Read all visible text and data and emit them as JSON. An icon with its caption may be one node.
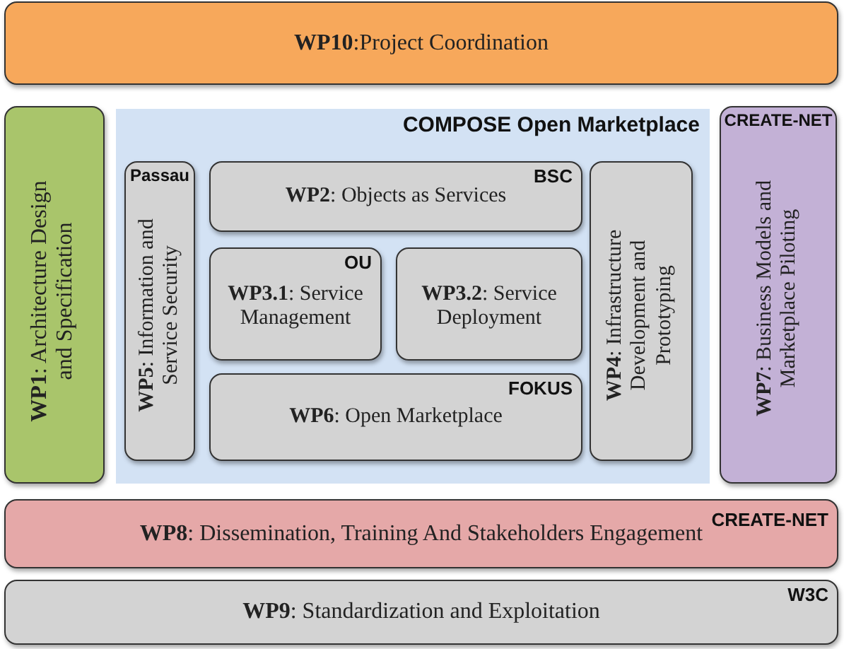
{
  "diagram": {
    "nodes": [
      {
        "text": [
          "**WP10**:Project Coordination"
        ]
      },
      {
        "text": [
          "**WP1**: Architecture Design and Specification"
        ]
      },
      {
        "text": [
          "COMPOSE Open Marketplace"
        ]
      },
      {
        "text": [
          "Passau",
          "**WP5**: Information and Service Security"
        ],
        "in": 2
      },
      {
        "text": [
          "BSC",
          "**WP2**: Objects as Services"
        ],
        "in": 2
      },
      {
        "text": [
          "OU",
          "**WP3.1**: Service Management"
        ],
        "in": 2
      },
      {
        "text": [
          "**WP3.2**: Service Deployment"
        ],
        "in": 2
      },
      {
        "text": [
          "FOKUS",
          "**WP6**: Open Marketplace"
        ],
        "in": 2
      },
      {
        "text": [
          "**WP4**: Infrastructure Development and Prototyping"
        ],
        "in": 2
      },
      {
        "text": [
          "CREATE-NET",
          "**WP7**: Business Models and Marketplace Piloting"
        ]
      },
      {
        "text": [
          "CREATE-NET",
          "**WP8**: Dissemination, Training And Stakeholders Engagement"
        ]
      },
      {
        "text": [
          "W3C",
          "**WP9**: Standardization and Exploitation"
        ]
      }
    ]
  }
}
